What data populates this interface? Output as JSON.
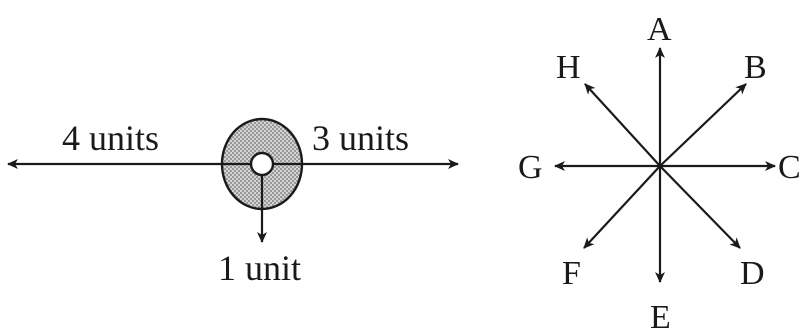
{
  "left_figure": {
    "left_label": "4 units",
    "right_label": "3 units",
    "down_label": "1 unit"
  },
  "right_figure": {
    "directions": {
      "A": "A",
      "B": "B",
      "C": "C",
      "D": "D",
      "E": "E",
      "F": "F",
      "G": "G",
      "H": "H"
    }
  }
}
